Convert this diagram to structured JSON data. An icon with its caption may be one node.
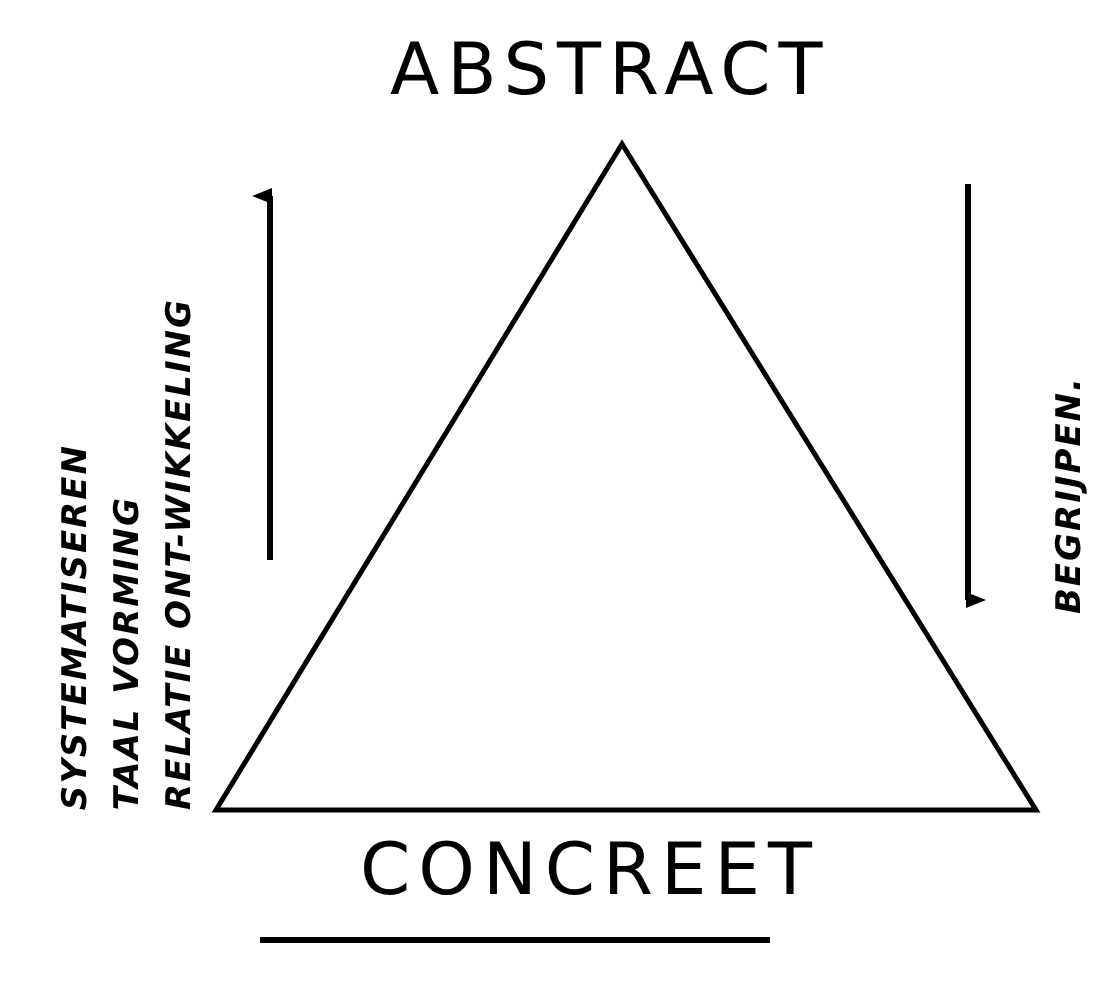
{
  "diagram": {
    "labels": [
      "ABSTRACT",
      "SYSTEMATISEREN",
      "TAAL VORMING",
      "RELATIE ONT-WIKKELING",
      "BEGRIJPEN.",
      "CONCREET"
    ]
  }
}
